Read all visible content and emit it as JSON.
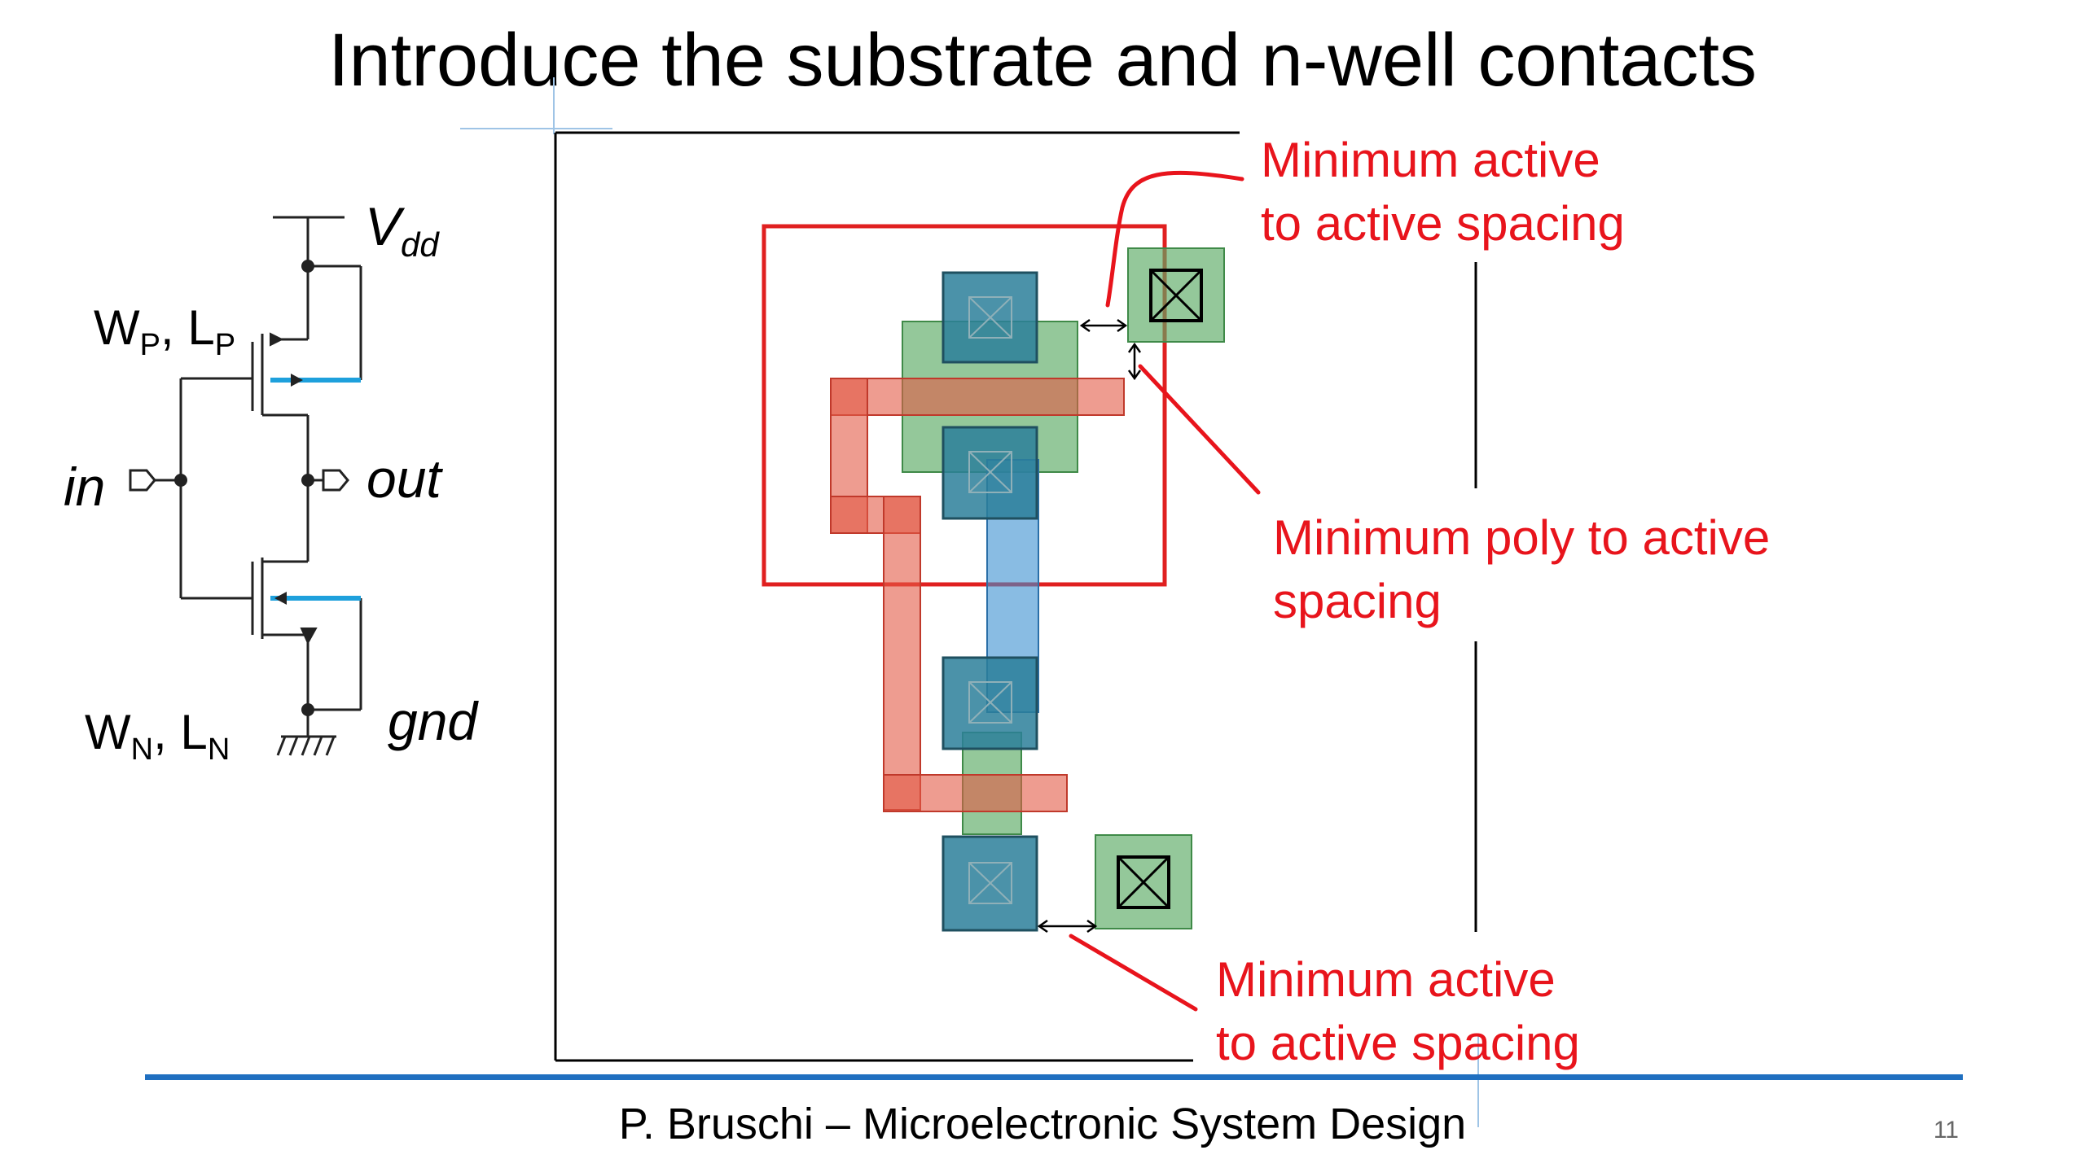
{
  "slide": {
    "title": "Introduce the substrate and n-well contacts",
    "footer": "P. Bruschi – Microelectronic System Design",
    "page_number": "11"
  },
  "schematic": {
    "vdd_main": "V",
    "vdd_sub": "dd",
    "wp_w": "W",
    "wp_w_sub": "P",
    "wp_sep": ", L",
    "wp_l_sub": "P",
    "wn_w": "W",
    "wn_w_sub": "N",
    "wn_sep": ", L",
    "wn_l_sub": "N",
    "in_label": "in",
    "out_label": "out",
    "gnd_label": "gnd"
  },
  "annotations": {
    "top_right_line1": "Minimum active",
    "top_right_line2": "to active spacing",
    "middle_line1": "Minimum poly to active",
    "middle_line2": "spacing",
    "bottom_line1": "Minimum active",
    "bottom_line2": "to active spacing"
  },
  "colors": {
    "annotation": "#e8141c",
    "active": "#5aaa64",
    "poly": "#e25a46",
    "metal1": "#3a8fd0",
    "contact": "#2b7f9a",
    "nwell_outline": "#e02020",
    "footer_rule": "#1f6fc0",
    "bulk_connection": "#1ea0dc"
  }
}
